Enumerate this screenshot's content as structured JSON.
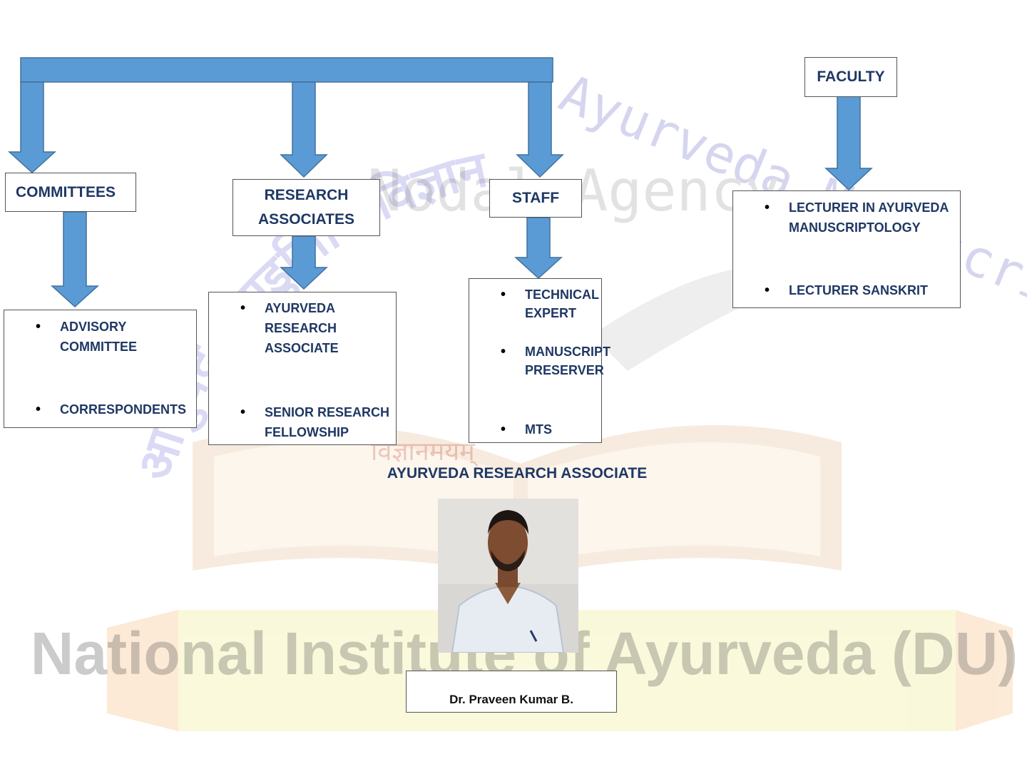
{
  "colors": {
    "arrow": "#5b9bd5",
    "arrow_border": "#41719c",
    "heading_text": "#1f3864"
  },
  "watermark": {
    "hindi_arc": "आयुर्वेद पाण्डुलिपि विज्ञान",
    "arc_text": "Ayurveda Manuscriptology",
    "middle_text": "Nodal Agency",
    "banner_text": "National Institute of Ayurveda (DU)",
    "motto": "विज्ञानमयम्"
  },
  "chart": {
    "committees": {
      "title": "COMMITTEES",
      "items": [
        "ADVISORY COMMITTEE",
        "CORRESPONDENTS"
      ]
    },
    "research_associates": {
      "title_lines": [
        "RESEARCH",
        "ASSOCIATES"
      ],
      "items": [
        "AYURVEDA RESEARCH ASSOCIATE",
        "SENIOR RESEARCH FELLOWSHIP"
      ]
    },
    "staff": {
      "title": "STAFF",
      "items": [
        "TECHNICAL EXPERT",
        "MANUSCRIPT PRESERVER",
        "MTS"
      ]
    },
    "faculty": {
      "title": "FACULTY",
      "items": [
        "LECTURER IN AYURVEDA MANUSCRIPTOLOGY",
        "LECTURER SANSKRIT"
      ]
    }
  },
  "profile": {
    "caption": "AYURVEDA RESEARCH ASSOCIATE",
    "photo_icon": "person-photo",
    "name": "Dr. Praveen Kumar B."
  }
}
